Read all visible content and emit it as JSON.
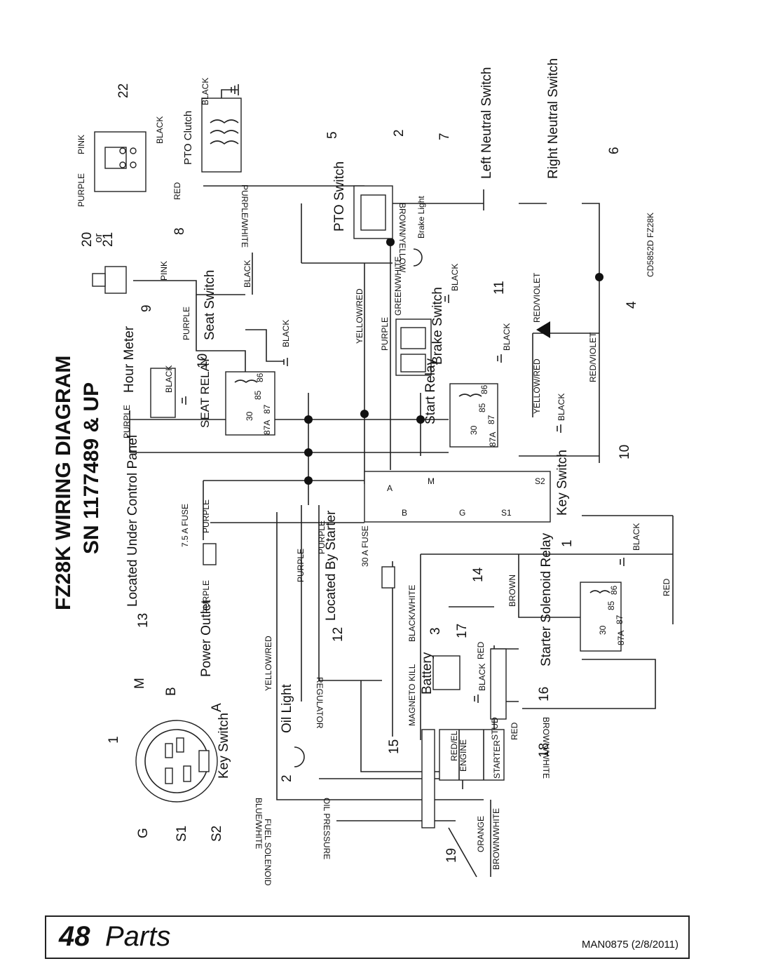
{
  "title": {
    "line1": "FZ28K WIRING DIAGRAM",
    "line2": "SN 1177489 & UP"
  },
  "drawing_code": "CD5852D FZ28K",
  "callouts": [
    "1",
    "2",
    "3",
    "4",
    "5",
    "6",
    "7",
    "8",
    "9",
    "10",
    "10",
    "11",
    "12",
    "13",
    "14",
    "15",
    "16",
    "17",
    "18",
    "19",
    "20",
    "or",
    "21",
    "22",
    "1",
    "2",
    "M",
    "B",
    "A",
    "G",
    "S1",
    "S2"
  ],
  "components": {
    "pto_clutch": "PTO Clutch",
    "pto_switch": "PTO Switch",
    "left_neutral": "Left Neutral Switch",
    "right_neutral": "Right Neutral Switch",
    "seat_switch": "Seat Switch",
    "hour_meter": "Hour Meter",
    "seat_relay": "SEAT RELAY",
    "start_relay": "Start Relay",
    "brake_switch": "Brake Switch",
    "brake_light": "Brake Light",
    "key_switch": "Key Switch",
    "key_switch_2": "Key Switch",
    "fuse_75": "7.5 A FUSE",
    "fuse_30": "30 A FUSE",
    "located_under": "Located Under Control Panel",
    "located_by": "Located By Starter",
    "power_outlet": "Power Outlet",
    "oil_light": "Oil Light",
    "battery": "Battery",
    "starter_relay": "Starter Solenoid Relay",
    "engine": "ENGINE",
    "starter": "STARTER",
    "stud": "STUD",
    "regulator": "REGULATOR"
  },
  "relay_pins": [
    "86",
    "85",
    "30",
    "87",
    "87A"
  ],
  "key_terminals": [
    "A",
    "B",
    "M",
    "G",
    "S1",
    "S2"
  ],
  "wires": {
    "purple_white": "PURPLE/WHITE",
    "brown_yellow": "BROWN/YELLOW",
    "yellow_red": "YELLOW/RED",
    "green_white": "GREEN/WHITE",
    "red_violet": "RED/VIOLET",
    "purple": "PURPLE",
    "pink": "PINK",
    "black": "BLACK",
    "red": "RED",
    "brown": "BROWN",
    "magneto": "MAGNETO KILL",
    "black_white": "BLACK/WHITE",
    "brown_white": "BROWN/WHITE",
    "oil_pressure": "OIL PRESSURE",
    "blue_white": "BLUE/WHITE",
    "fuel_solenoid": "FUEL SOLENOID",
    "orange": "ORANGE",
    "red_el": "RED/EL"
  },
  "footer": {
    "page_number": "48",
    "section": "Parts",
    "doc": "MAN0875 (2/8/2011)"
  }
}
